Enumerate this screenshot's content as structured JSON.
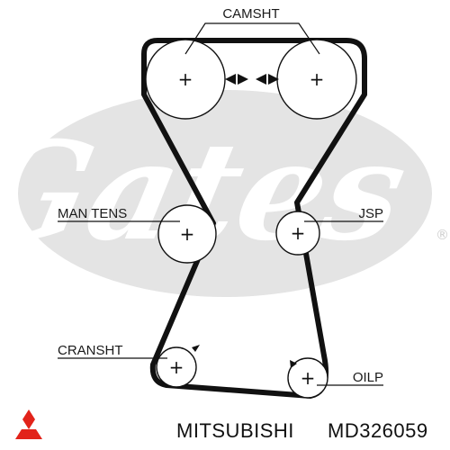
{
  "labels": {
    "camshaft": "CAMSHT",
    "manual_tensioner": "MAN TENS",
    "jockey_pulley": "JSP",
    "crankshaft": "CRANSHT",
    "oil_pump": "OILP"
  },
  "pulley_marker": "+",
  "footer": {
    "brand": "MITSUBISHI",
    "part_number": "MD326059"
  },
  "watermark": {
    "text": "Gates",
    "registered": "®"
  },
  "colors": {
    "belt": "#111111",
    "watermark": "#e4e4e4",
    "logo": "#e2231a",
    "text": "#1a1a1a"
  }
}
